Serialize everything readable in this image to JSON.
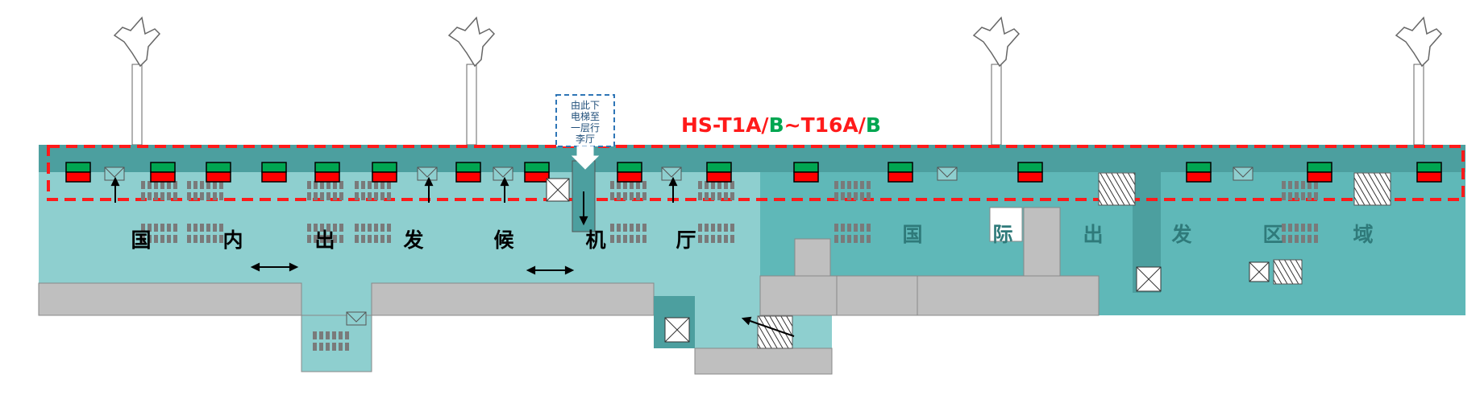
{
  "diagram": {
    "title": {
      "parts": [
        {
          "text": "HS-T1A/",
          "color": "#ff1a1a"
        },
        {
          "text": "B",
          "color": "#00a651"
        },
        {
          "text": "~T16A/",
          "color": "#ff1a1a"
        },
        {
          "text": "B",
          "color": "#00a651"
        }
      ]
    },
    "elevator_note": {
      "lines": [
        "由此下",
        "电梯至",
        "一层行",
        "李厅"
      ]
    },
    "domestic_labels": [
      "国",
      "内",
      "出",
      "发",
      "候",
      "机",
      "厅"
    ],
    "international_labels": [
      "国",
      "际",
      "出",
      "发",
      "区",
      "域"
    ]
  },
  "colors": {
    "domestic_area": "#8ecfcf",
    "domestic_dark": "#4a9c9c",
    "international_area": "#5fb8b8",
    "corridor": "#4c9f9f",
    "gray_block": "#bfbfbf",
    "seat": "#7a7a7a",
    "gate_green": "#00a651",
    "gate_red": "#ff0000",
    "dashed_red": "#ff1a1a",
    "note_border": "#2e75b6"
  },
  "icons": {
    "gate": "gate-icon",
    "checkpoint": "checkpoint-icon",
    "elevator": "elevator-icon",
    "escalator": "escalator-icon",
    "airplane": "airplane-icon",
    "arrow": "arrow-icon"
  }
}
